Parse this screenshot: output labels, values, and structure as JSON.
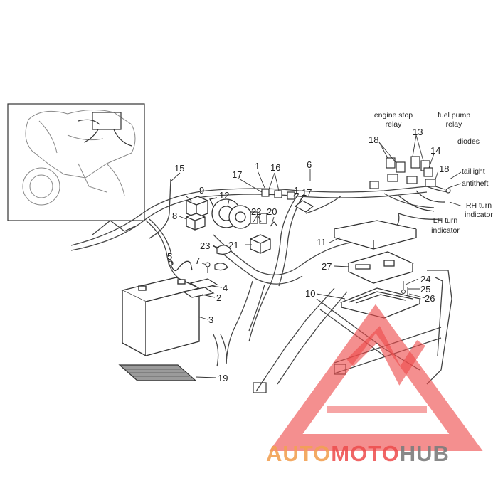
{
  "callouts": {
    "c1a": "1",
    "c1b": "1",
    "c2": "2",
    "c3": "3",
    "c4": "4",
    "c5": "5",
    "c6": "6",
    "c7": "7",
    "c8": "8",
    "c9": "9",
    "c10": "10",
    "c11": "11",
    "c12": "12",
    "c13": "13",
    "c14": "14",
    "c15": "15",
    "c16": "16",
    "c17a": "17",
    "c17b": "17",
    "c18a": "18",
    "c18b": "18",
    "c19": "19",
    "c20": "20",
    "c21": "21",
    "c22": "22",
    "c23": "23",
    "c24": "24",
    "c25": "25",
    "c26": "26",
    "c27": "27"
  },
  "labels": {
    "engine_stop_1": "engine stop",
    "engine_stop_2": "relay",
    "fuel_pump_1": "fuel pump",
    "fuel_pump_2": "relay",
    "diodes": "diodes",
    "taillight": "taillight",
    "antitheft": "antitheft",
    "rh_turn_1": "RH turn",
    "rh_turn_2": "indicator",
    "lh_turn_1": "LH turn",
    "lh_turn_2": "indicator"
  },
  "watermark": {
    "part1": "AUTO",
    "part2": "MOTO",
    "part3": "HUB",
    "color_orange": "#f2a154",
    "color_gray": "#7d7d7d",
    "color_red": "#ee4b4b"
  }
}
